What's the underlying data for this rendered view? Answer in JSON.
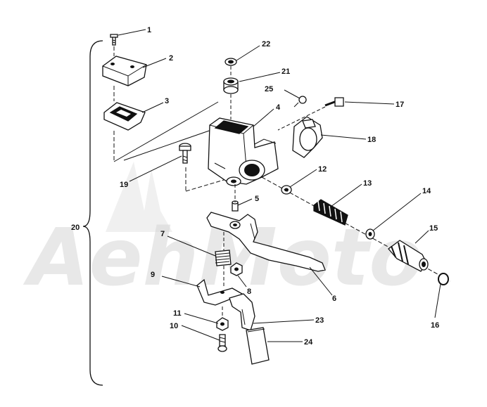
{
  "diagram": {
    "watermark": "AehMoto",
    "callouts": {
      "p1": "1",
      "p2": "2",
      "p3": "3",
      "p4": "4",
      "p5": "5",
      "p6": "6",
      "p7": "7",
      "p8": "8",
      "p9": "9",
      "p10": "10",
      "p11": "11",
      "p12": "12",
      "p13": "13",
      "p14": "14",
      "p15": "15",
      "p16": "16",
      "p17": "17",
      "p18": "18",
      "p19": "19",
      "p20": "20",
      "p21": "21",
      "p22": "22",
      "p23": "23",
      "p24": "24",
      "p25": "25"
    }
  }
}
